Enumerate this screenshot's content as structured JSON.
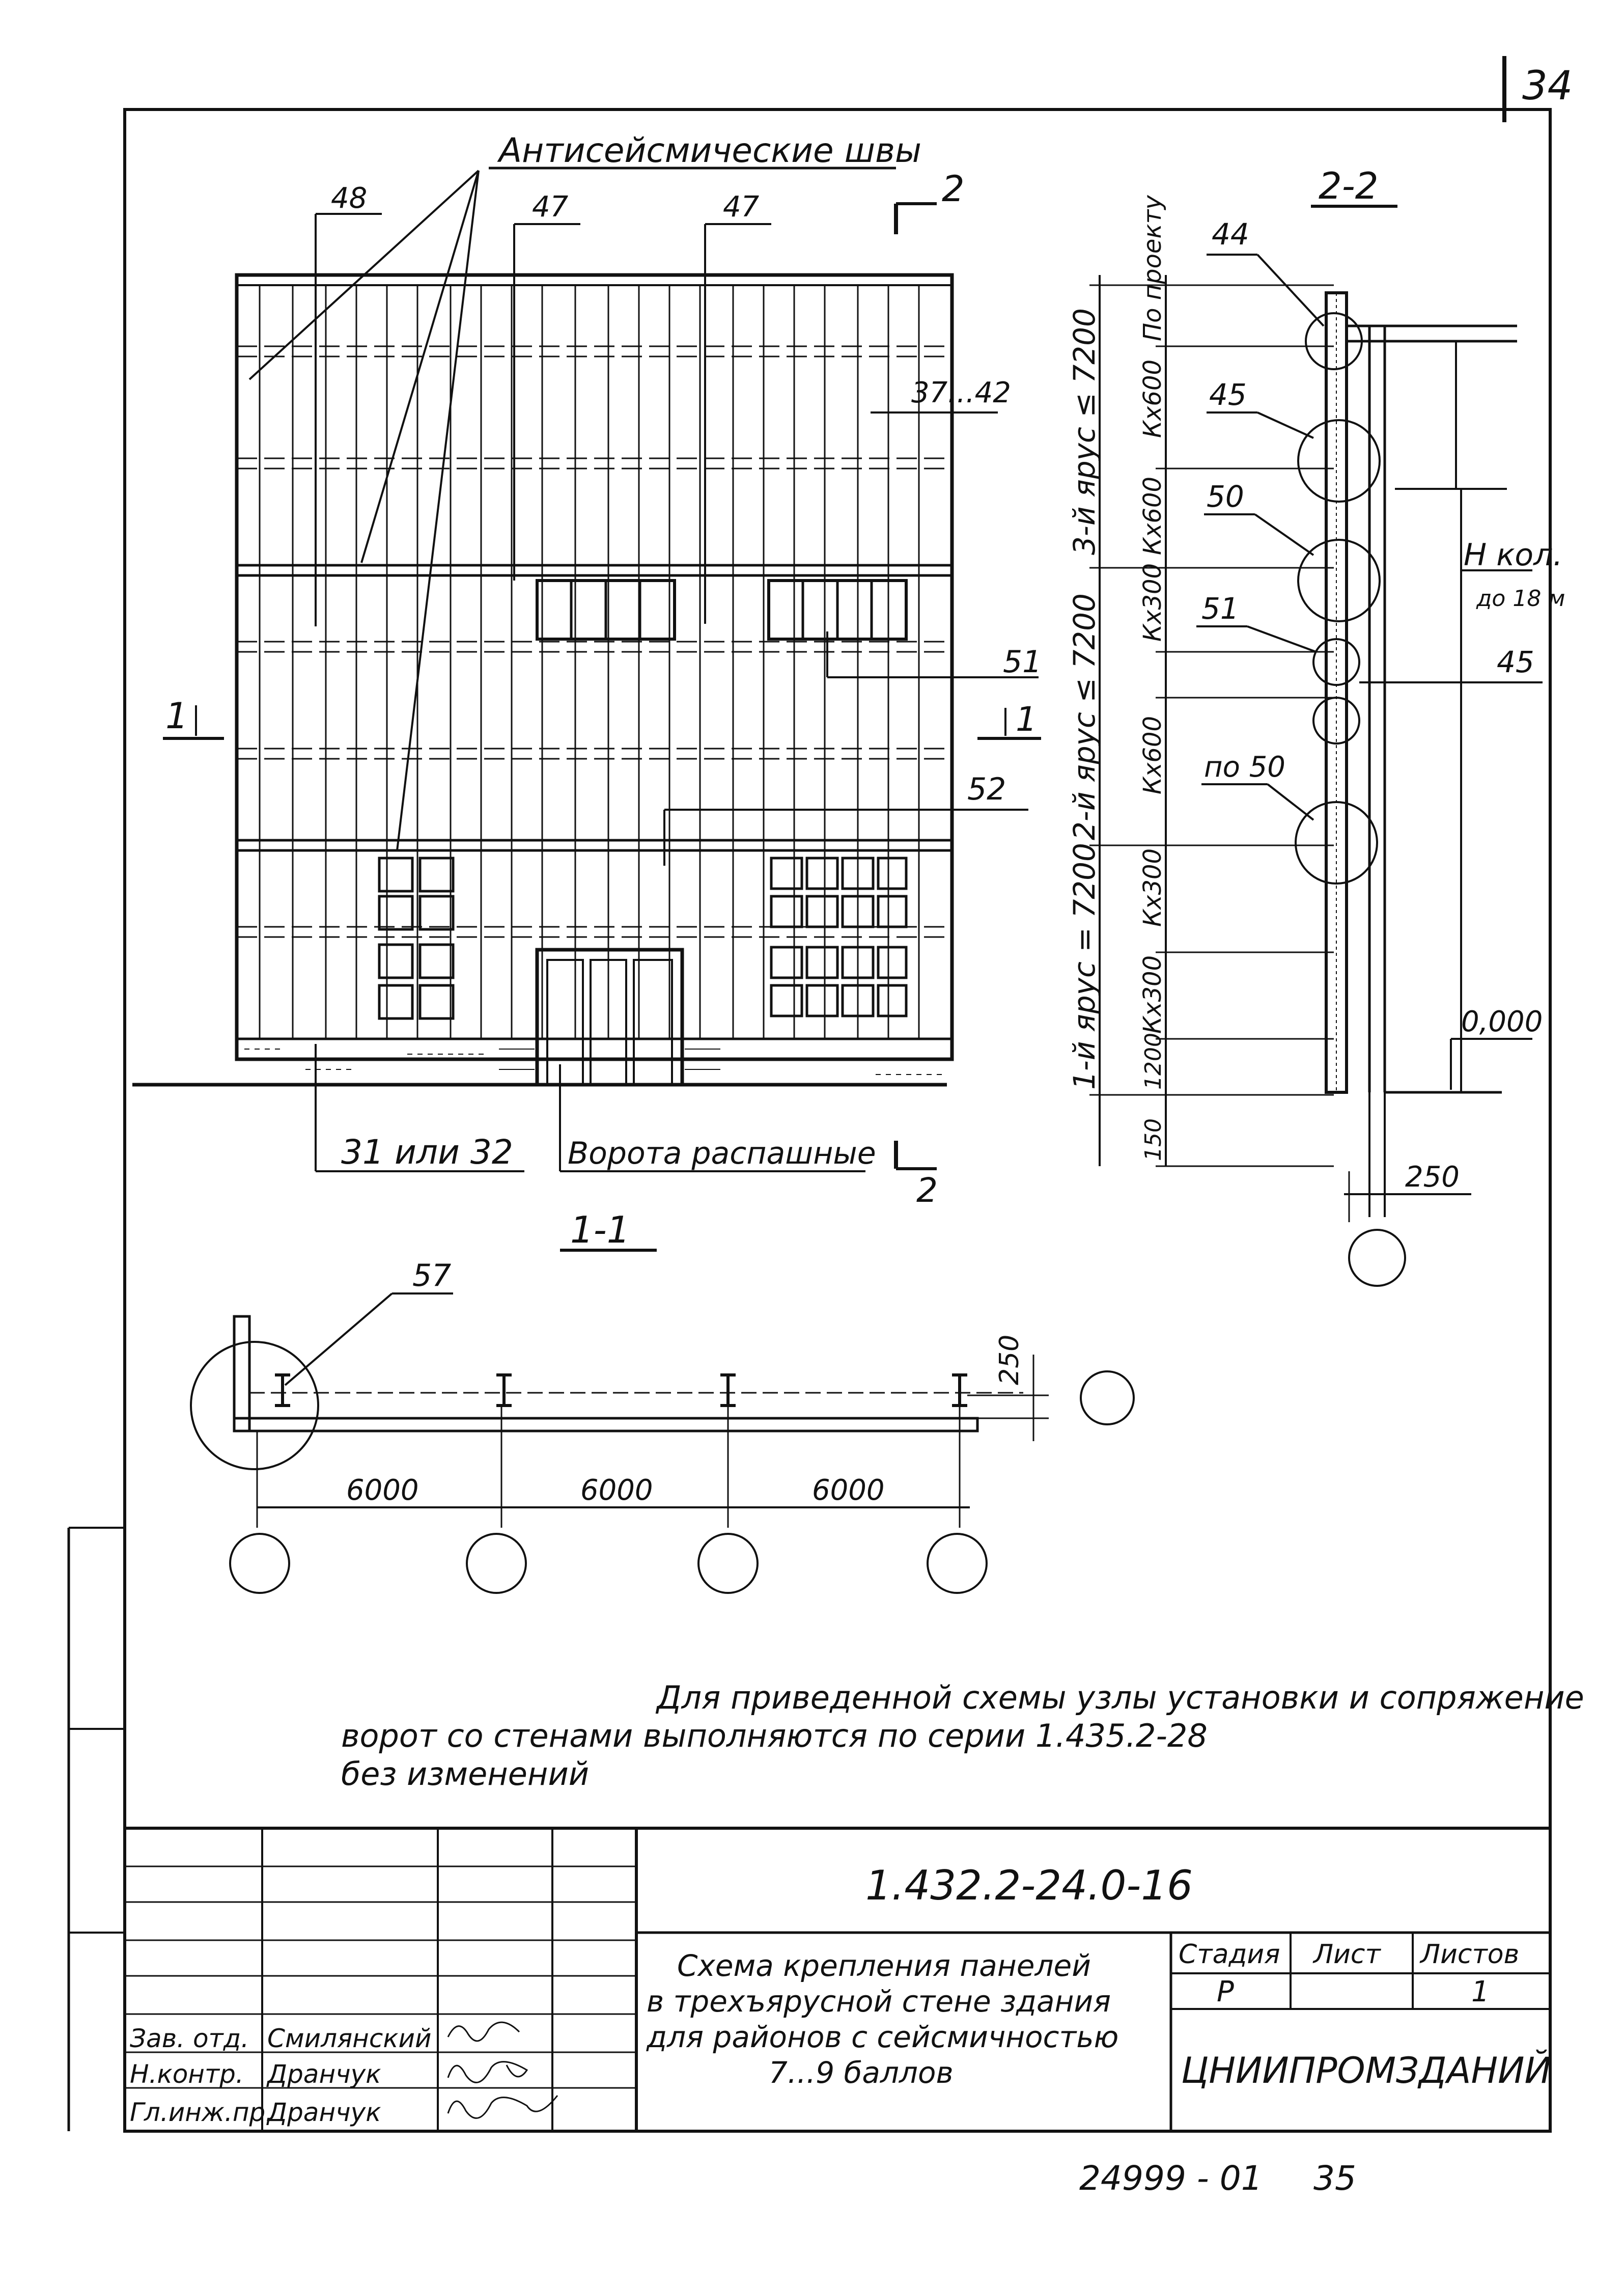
{
  "sheet": {
    "page_number": "34",
    "seismic_seams_label": "Антисейсмические швы",
    "note_line1": "Для приведенной схемы узлы установки и сопряжение",
    "note_line2": "ворот со стенами выполняются по серии 1.435.2-28",
    "note_line3": "без изменений",
    "footer_number": "24999 - 01",
    "footer_page": "35"
  },
  "elevation": {
    "section_mark_1_left": "1",
    "section_mark_1_right": "1",
    "section_mark_2_top": "2",
    "section_mark_2_bottom": "2",
    "callouts": [
      "48",
      "47",
      "47",
      "37...42",
      "51",
      "52"
    ],
    "plinth_label": "31 или 32",
    "gate_label": "Ворота распашные"
  },
  "section_1_1": {
    "title": "1-1",
    "callout": "57",
    "dim_depth": "250",
    "spans": [
      "6000",
      "6000",
      "6000"
    ]
  },
  "section_2_2": {
    "title": "2-2",
    "callouts": [
      "44",
      "45",
      "50",
      "51",
      "45",
      "по 50"
    ],
    "tier3_label": "3-й ярус ≤ 7200",
    "tier2_label": "2-й ярус ≤ 7200",
    "tier1_label": "1-й ярус = 7200",
    "dims": [
      "По проекту",
      "Кх600",
      "Кх600",
      "Кх300",
      "Кх600",
      "Кх300",
      "Кх300",
      "1200",
      "150"
    ],
    "crane_height": "Н кол.",
    "crane_height_note": "до 18 м",
    "zero_mark": "0,000",
    "wall_dim": "250"
  },
  "title_block": {
    "designation": "1.432.2-24.0-16",
    "description_lines": [
      "Схема крепления панелей",
      "в трехъярусной стене здания",
      "для районов с сейсмичностью",
      "7...9 баллов"
    ],
    "stage_header": "Стадия",
    "sheet_header": "Лист",
    "sheets_header": "Листов",
    "stage_value": "Р",
    "sheet_value": "",
    "sheets_value": "1",
    "organization": "ЦНИИПРОМЗДАНИЙ",
    "signatories": [
      {
        "role": "Зав. отд.",
        "name": "Смилянский"
      },
      {
        "role": "Н.контр.",
        "name": "Дранчук"
      },
      {
        "role": "Гл.инж.пр.",
        "name": "Дранчук"
      }
    ]
  }
}
